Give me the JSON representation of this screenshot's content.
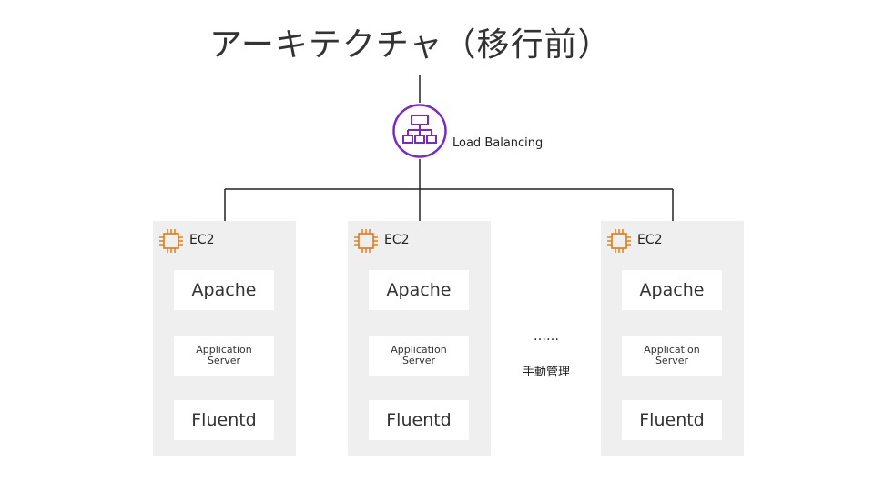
{
  "title": "アーキテクチャ（移行前）",
  "load_balancer": {
    "label": "Load Balancing",
    "icon": "load-balancer-icon",
    "accent": "#7a29c9"
  },
  "servers": [
    {
      "label": "EC2",
      "icon": "ec2-chip-icon",
      "apache": "Apache",
      "app": "Application\nServer",
      "fluentd": "Fluentd"
    },
    {
      "label": "EC2",
      "icon": "ec2-chip-icon",
      "apache": "Apache",
      "app": "Application\nServer",
      "fluentd": "Fluentd"
    },
    {
      "label": "EC2",
      "icon": "ec2-chip-icon",
      "apache": "Apache",
      "app": "Application\nServer",
      "fluentd": "Fluentd"
    }
  ],
  "ellipsis": "……",
  "manual_label": "手動管理",
  "colors": {
    "ec2": "#e07b12",
    "server_bg": "#efefef",
    "line": "#222222"
  }
}
